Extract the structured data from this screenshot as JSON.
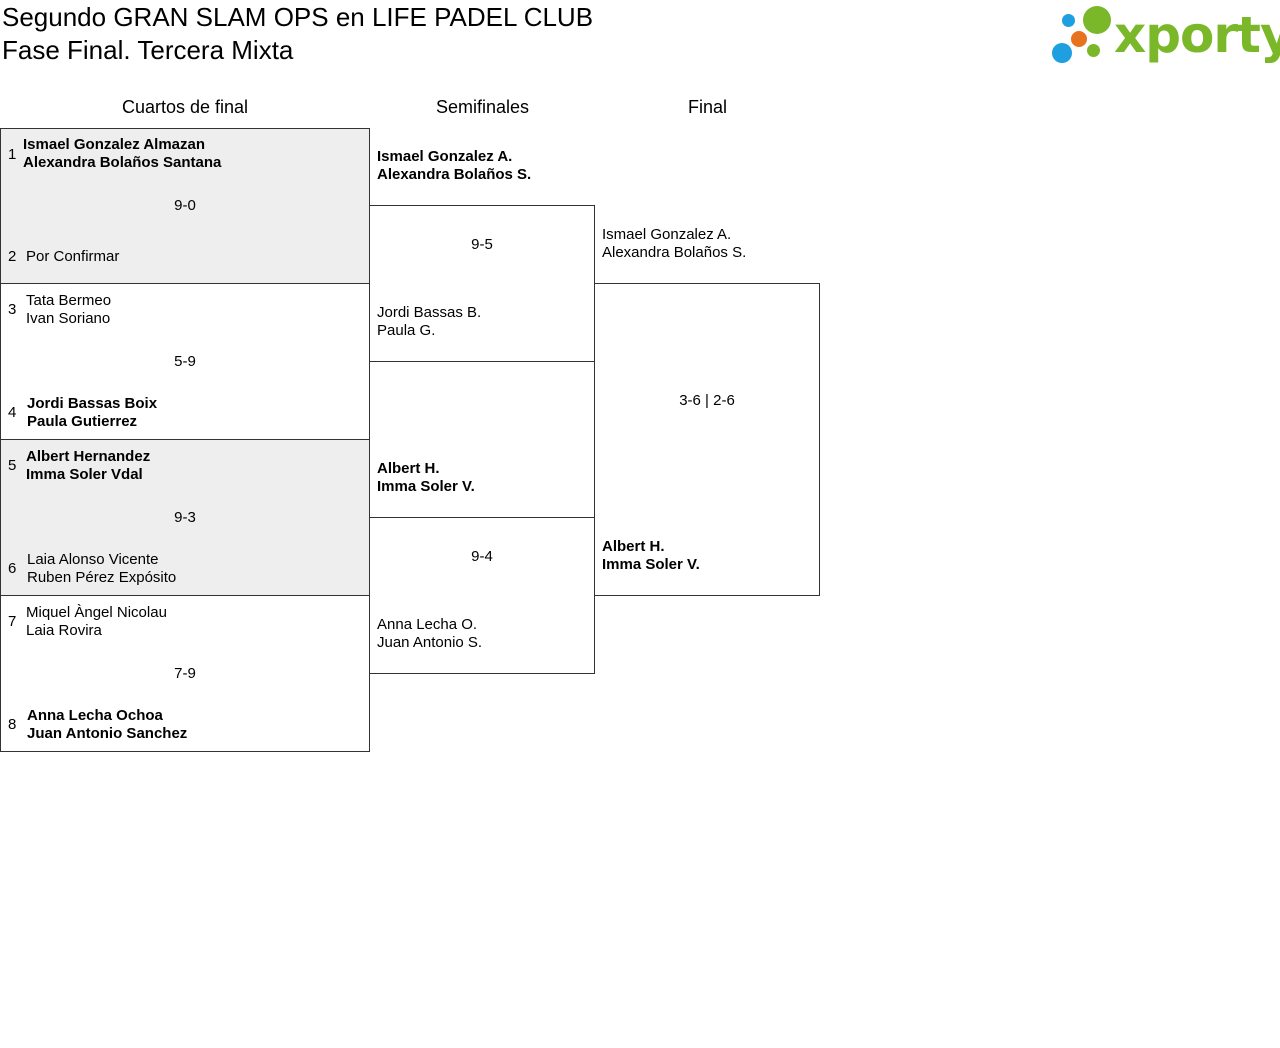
{
  "header": {
    "title_line1": "Segundo GRAN SLAM OPS en LIFE PADEL CLUB",
    "title_line2": "Fase Final. Tercera Mixta"
  },
  "logo": {
    "text": "xporty",
    "colors": {
      "green": "#7ab829",
      "orange": "#e8731f",
      "blue": "#1e9fe0"
    }
  },
  "rounds": {
    "quarterfinals": "Cuartos de final",
    "semifinals": "Semifinales",
    "final": "Final"
  },
  "quarterfinals": [
    {
      "score": "9-0",
      "top": {
        "seed": "1",
        "player1": "Ismael Gonzalez Almazan",
        "player2": "Alexandra Bolaños Santana"
      },
      "bottom": {
        "seed": "2",
        "player1": "Por Confirmar",
        "player2": ""
      }
    },
    {
      "score": "5-9",
      "top": {
        "seed": "3",
        "player1": "Tata Bermeo",
        "player2": "Ivan Soriano"
      },
      "bottom": {
        "seed": "4",
        "player1": "Jordi Bassas Boix",
        "player2": "Paula Gutierrez"
      }
    },
    {
      "score": "9-3",
      "top": {
        "seed": "5",
        "player1": "Albert Hernandez",
        "player2": "Imma Soler Vdal"
      },
      "bottom": {
        "seed": "6",
        "player1": "Laia Alonso Vicente",
        "player2": "Ruben Pérez Expósito"
      }
    },
    {
      "score": "7-9",
      "top": {
        "seed": "7",
        "player1": "Miquel Àngel Nicolau",
        "player2": "Laia Rovira"
      },
      "bottom": {
        "seed": "8",
        "player1": "Anna Lecha Ochoa",
        "player2": "Juan Antonio Sanchez"
      }
    }
  ],
  "semifinals": [
    {
      "score": "9-5",
      "top": {
        "player1": "Ismael Gonzalez A.",
        "player2": "Alexandra Bolaños S."
      },
      "bottom": {
        "player1": "Jordi Bassas B.",
        "player2": "Paula G."
      }
    },
    {
      "score": "9-4",
      "top": {
        "player1": "Albert H.",
        "player2": "Imma Soler V."
      },
      "bottom": {
        "player1": "Anna Lecha O.",
        "player2": "Juan Antonio S."
      }
    }
  ],
  "final": {
    "score": "3-6 | 2-6",
    "top": {
      "player1": "Ismael Gonzalez A.",
      "player2": "Alexandra Bolaños S."
    },
    "bottom": {
      "player1": "Albert H.",
      "player2": "Imma Soler V."
    }
  }
}
